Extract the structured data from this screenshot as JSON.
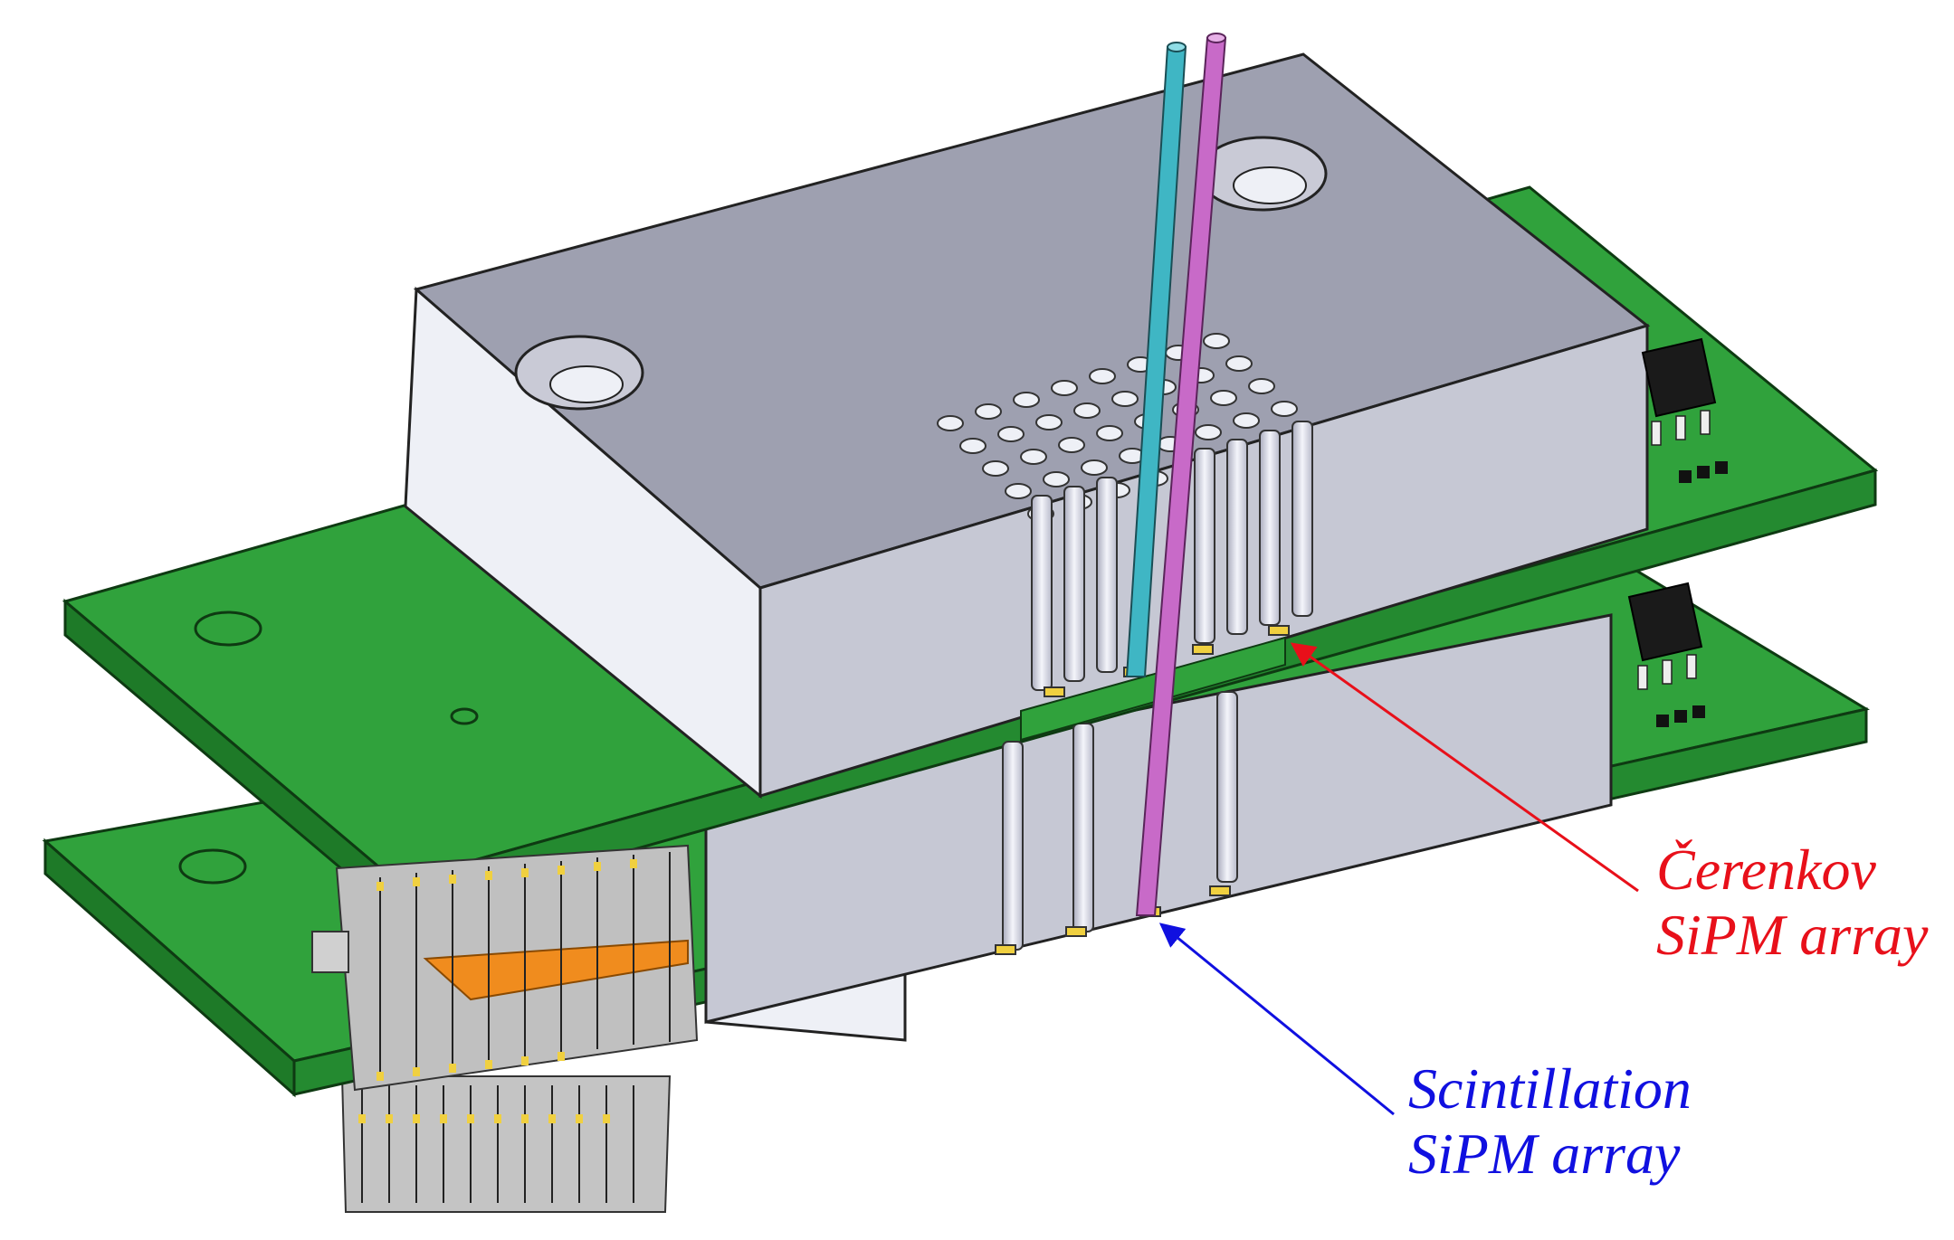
{
  "labels": {
    "cerenkov": {
      "line1": "Čerenkov",
      "line2": "SiPM array",
      "color": "#e8101a"
    },
    "scintillation": {
      "line1": "Scintillation",
      "line2": "SiPM array",
      "color": "#1010e0"
    }
  },
  "colors": {
    "pcb_green": "#30a23c",
    "pcb_green_dark": "#1e7a28",
    "block_top": "#9ea0b0",
    "block_front": "#c6c8d4",
    "block_side": "#eef0f6",
    "fiber_cyan": "#3fb6c4",
    "fiber_magenta": "#c86ac8",
    "fiber_white": "#dcdde8",
    "sipm_yellow": "#f0d040",
    "connector_grey": "#b8b8b8"
  },
  "icons": [
    "pcb-board",
    "light-guide-block",
    "fiber",
    "sipm-array",
    "ic-chip",
    "connector"
  ]
}
